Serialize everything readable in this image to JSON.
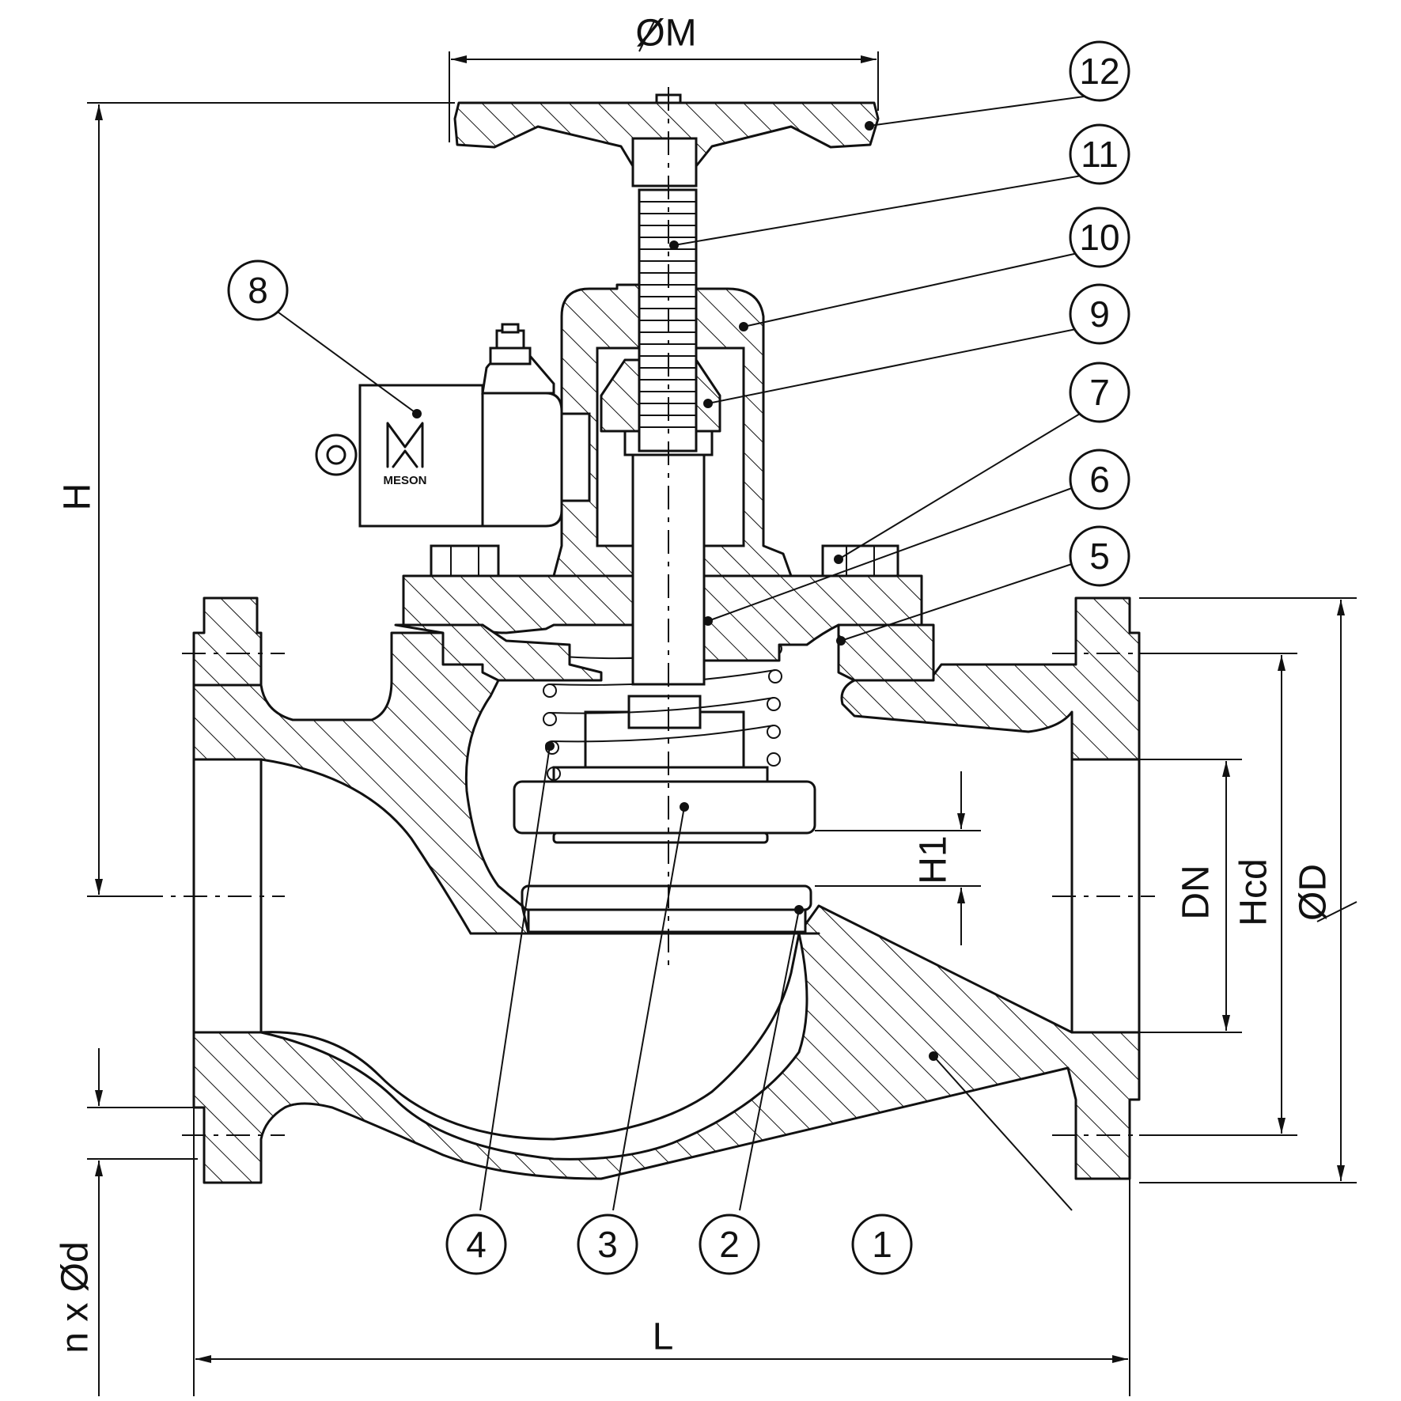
{
  "dimensions": {
    "diameter_m": "ØM",
    "height_h": "H",
    "height_h1": "H1",
    "dn": "DN",
    "hcd": "Hcd",
    "diameter_d": "ØD",
    "length_l": "L",
    "bolt_holes": "n x Ød"
  },
  "logo_text": "MESON",
  "balloons": [
    "1",
    "2",
    "3",
    "4",
    "5",
    "6",
    "7",
    "8",
    "9",
    "10",
    "11",
    "12"
  ]
}
